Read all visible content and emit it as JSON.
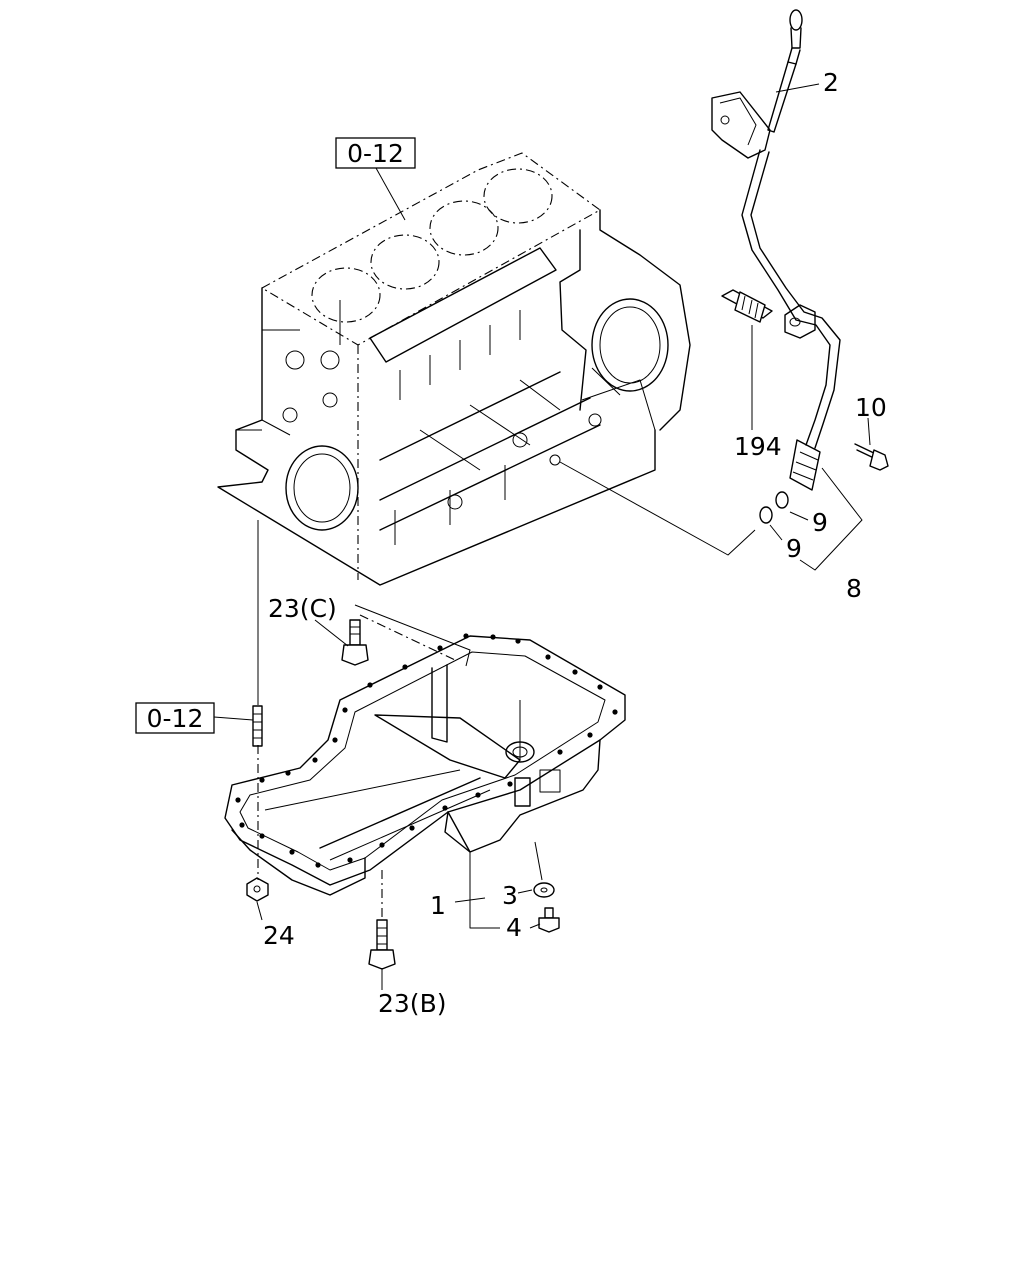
{
  "refs": {
    "top": "0-12",
    "left": "0-12"
  },
  "callouts": {
    "c1": "1",
    "c2": "2",
    "c3": "3",
    "c4": "4",
    "c8": "8",
    "c9a": "9",
    "c9b": "9",
    "c10": "10",
    "c194": "194",
    "c23c": "23(C)",
    "c23b": "23(B)",
    "c24": "24"
  }
}
